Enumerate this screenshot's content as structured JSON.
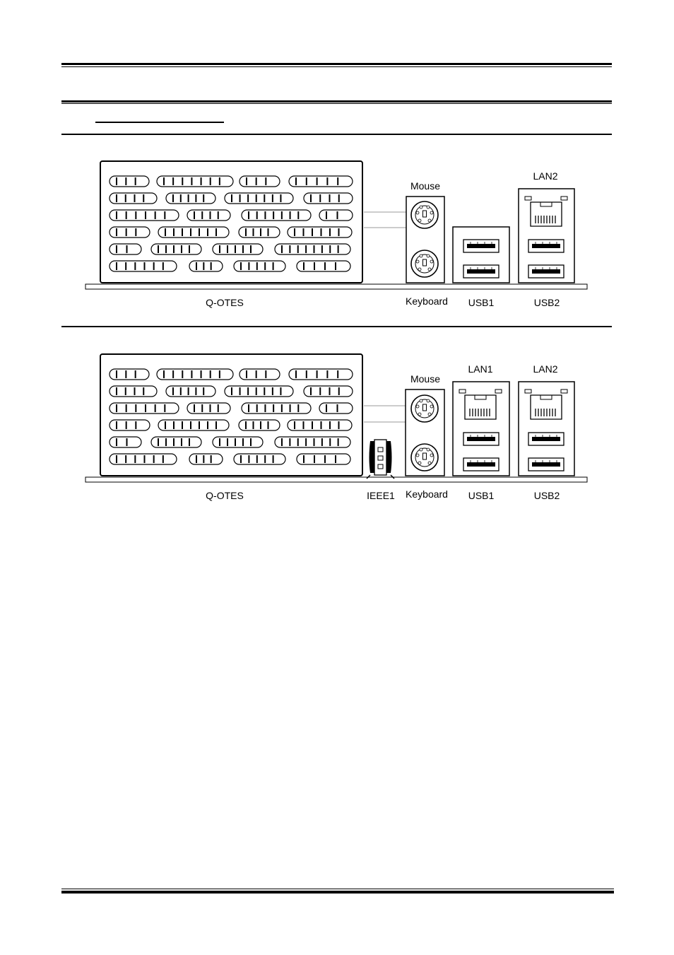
{
  "diagrams": [
    {
      "id": "panel-1",
      "labels": {
        "mouse": "Mouse",
        "keyboard": "Keyboard",
        "lan_top": "LAN2",
        "usb_left": "USB1",
        "usb_right": "USB2",
        "qotes": "Q-OTES"
      }
    },
    {
      "id": "panel-2",
      "labels": {
        "mouse": "Mouse",
        "keyboard": "Keyboard",
        "lan_left": "LAN1",
        "lan_right": "LAN2",
        "usb_left": "USB1",
        "usb_right": "USB2",
        "qotes": "Q-OTES",
        "ieee": "IEEE1"
      }
    }
  ]
}
